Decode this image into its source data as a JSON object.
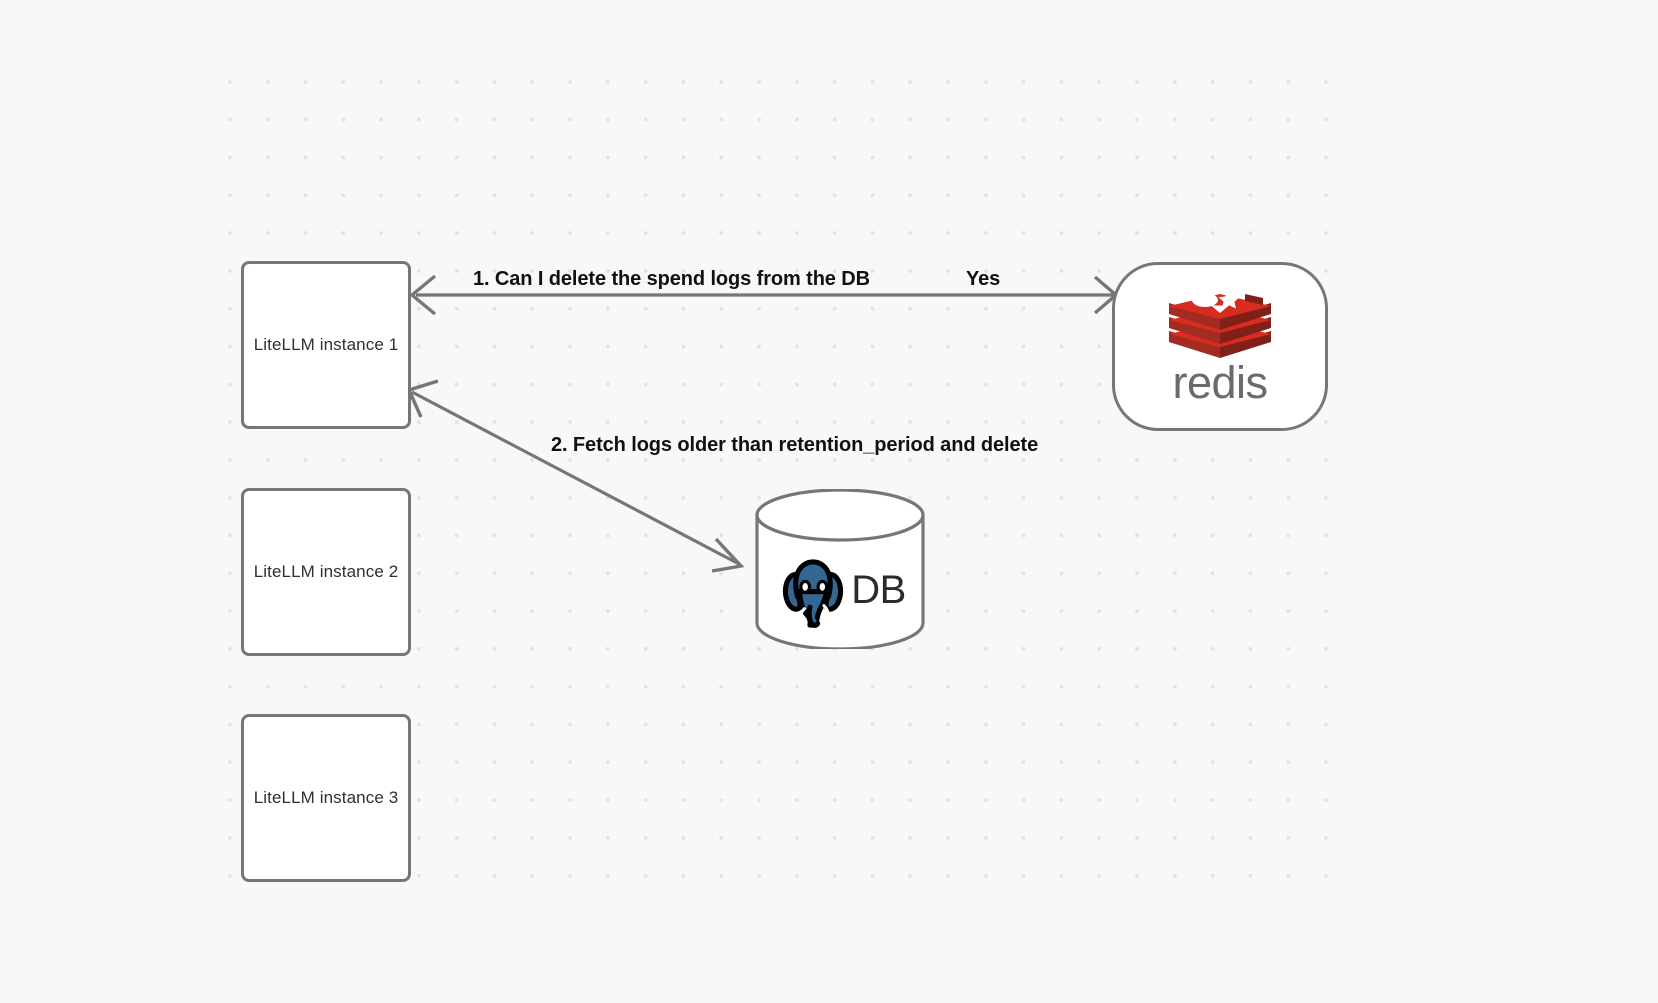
{
  "canvas": {
    "background_color": "#f8f8f8",
    "grid": "dot-grid",
    "grid_dot_color": "#e4e4e4"
  },
  "nodes": {
    "litellm": [
      {
        "id": "litellm-1",
        "label": "LiteLLM instance 1"
      },
      {
        "id": "litellm-2",
        "label": "LiteLLM instance 2"
      },
      {
        "id": "litellm-3",
        "label": "LiteLLM instance 3"
      }
    ],
    "redis": {
      "id": "redis",
      "wordmark": "redis",
      "logo_icon": "redis-stack-icon",
      "logo_color": "#d82c20",
      "wordmark_color": "#6b6b6b"
    },
    "postgres": {
      "id": "postgres-db",
      "label": "DB",
      "logo_icon": "postgresql-elephant-icon",
      "logo_color": "#336791",
      "shape": "cylinder",
      "outline_color": "#767676"
    }
  },
  "edges": [
    {
      "id": "edge-1",
      "from": "litellm-1",
      "to": "redis",
      "label": "1.  Can I delete the spend logs from the DB",
      "reply_label": "Yes",
      "arrows": "both"
    },
    {
      "id": "edge-2",
      "from": "litellm-1",
      "to": "postgres-db",
      "label": "2.  Fetch logs older than retention_period and delete",
      "arrows": "both"
    }
  ],
  "colors": {
    "node_border": "#767676",
    "node_fill": "#ffffff",
    "edge_stroke": "#767676",
    "label_text": "#111111",
    "node_label_text": "#303030"
  }
}
